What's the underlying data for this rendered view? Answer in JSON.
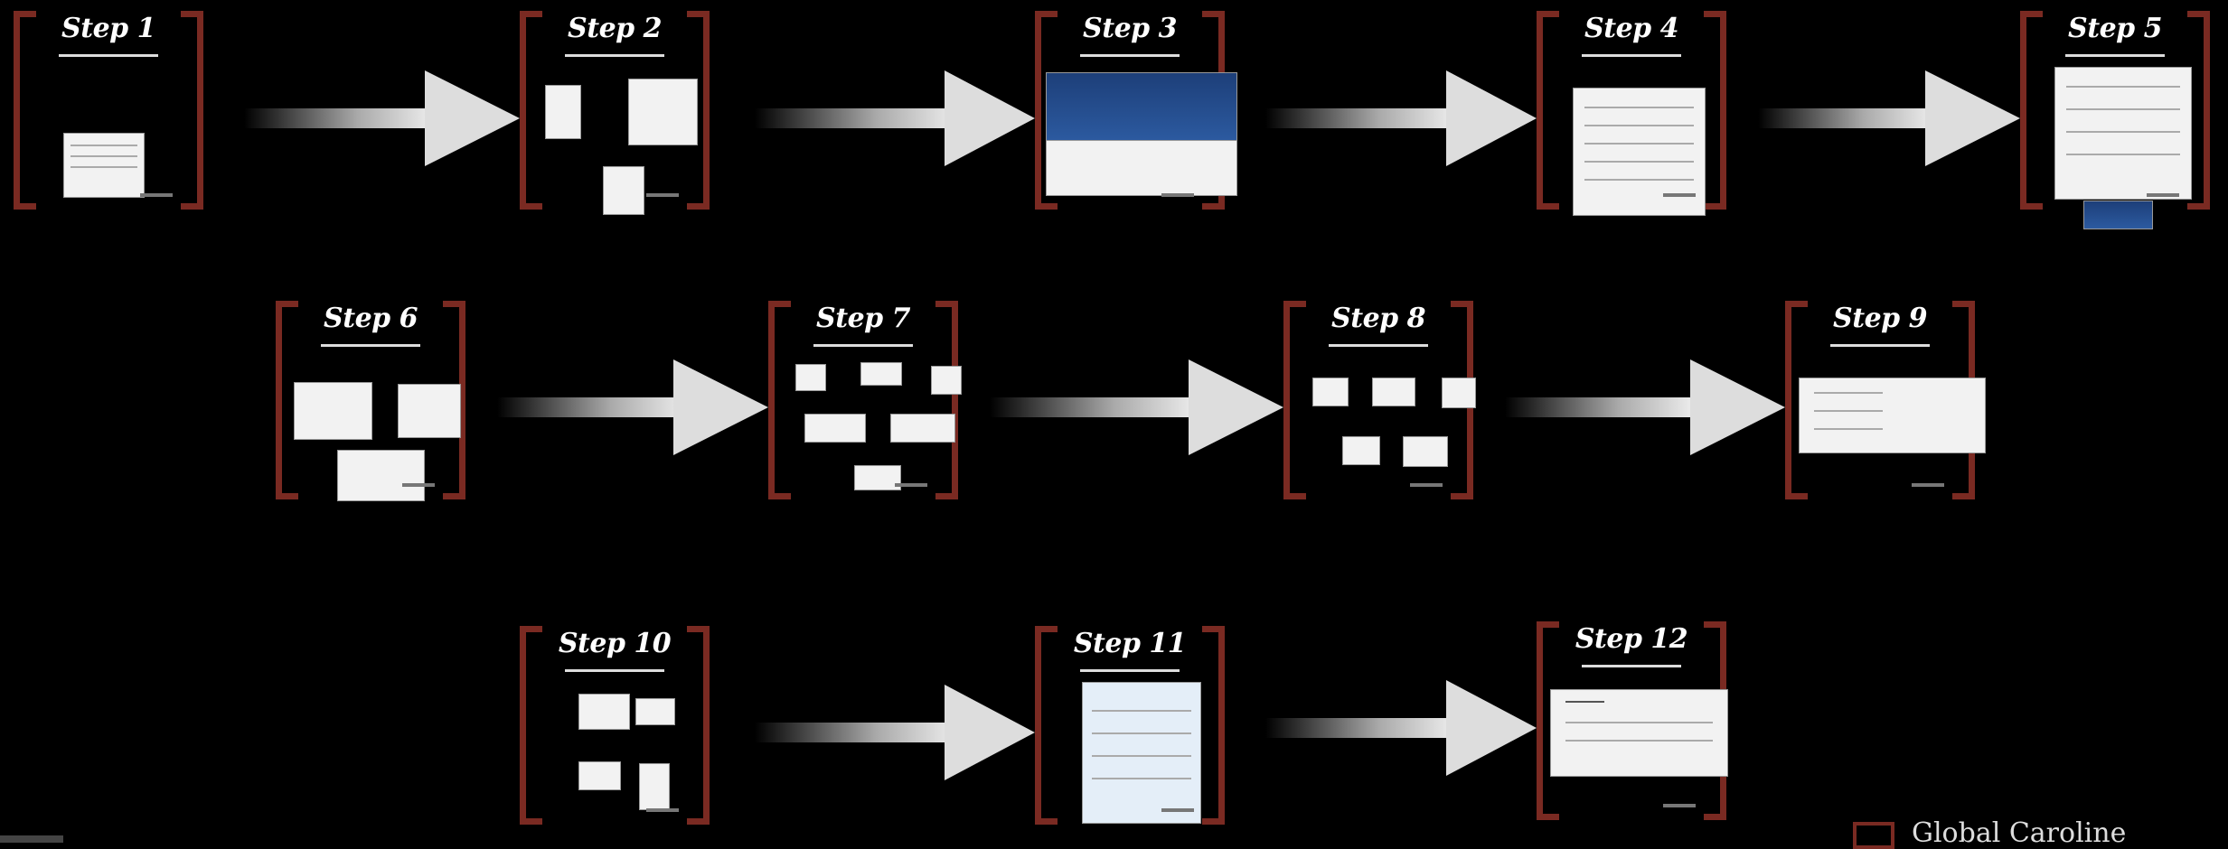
{
  "steps": [
    {
      "label": "Step 1"
    },
    {
      "label": "Step 2"
    },
    {
      "label": "Step 3"
    },
    {
      "label": "Step 4"
    },
    {
      "label": "Step 5"
    },
    {
      "label": "Step 6"
    },
    {
      "label": "Step 7"
    },
    {
      "label": "Step 8"
    },
    {
      "label": "Step 9"
    },
    {
      "label": "Step 10"
    },
    {
      "label": "Step 11"
    },
    {
      "label": "Step 12"
    }
  ],
  "footer": {
    "brand": "Global Caroline"
  },
  "colors": {
    "background": "#000000",
    "bracket": "#7a2a22",
    "arrow": "#dddddd"
  }
}
